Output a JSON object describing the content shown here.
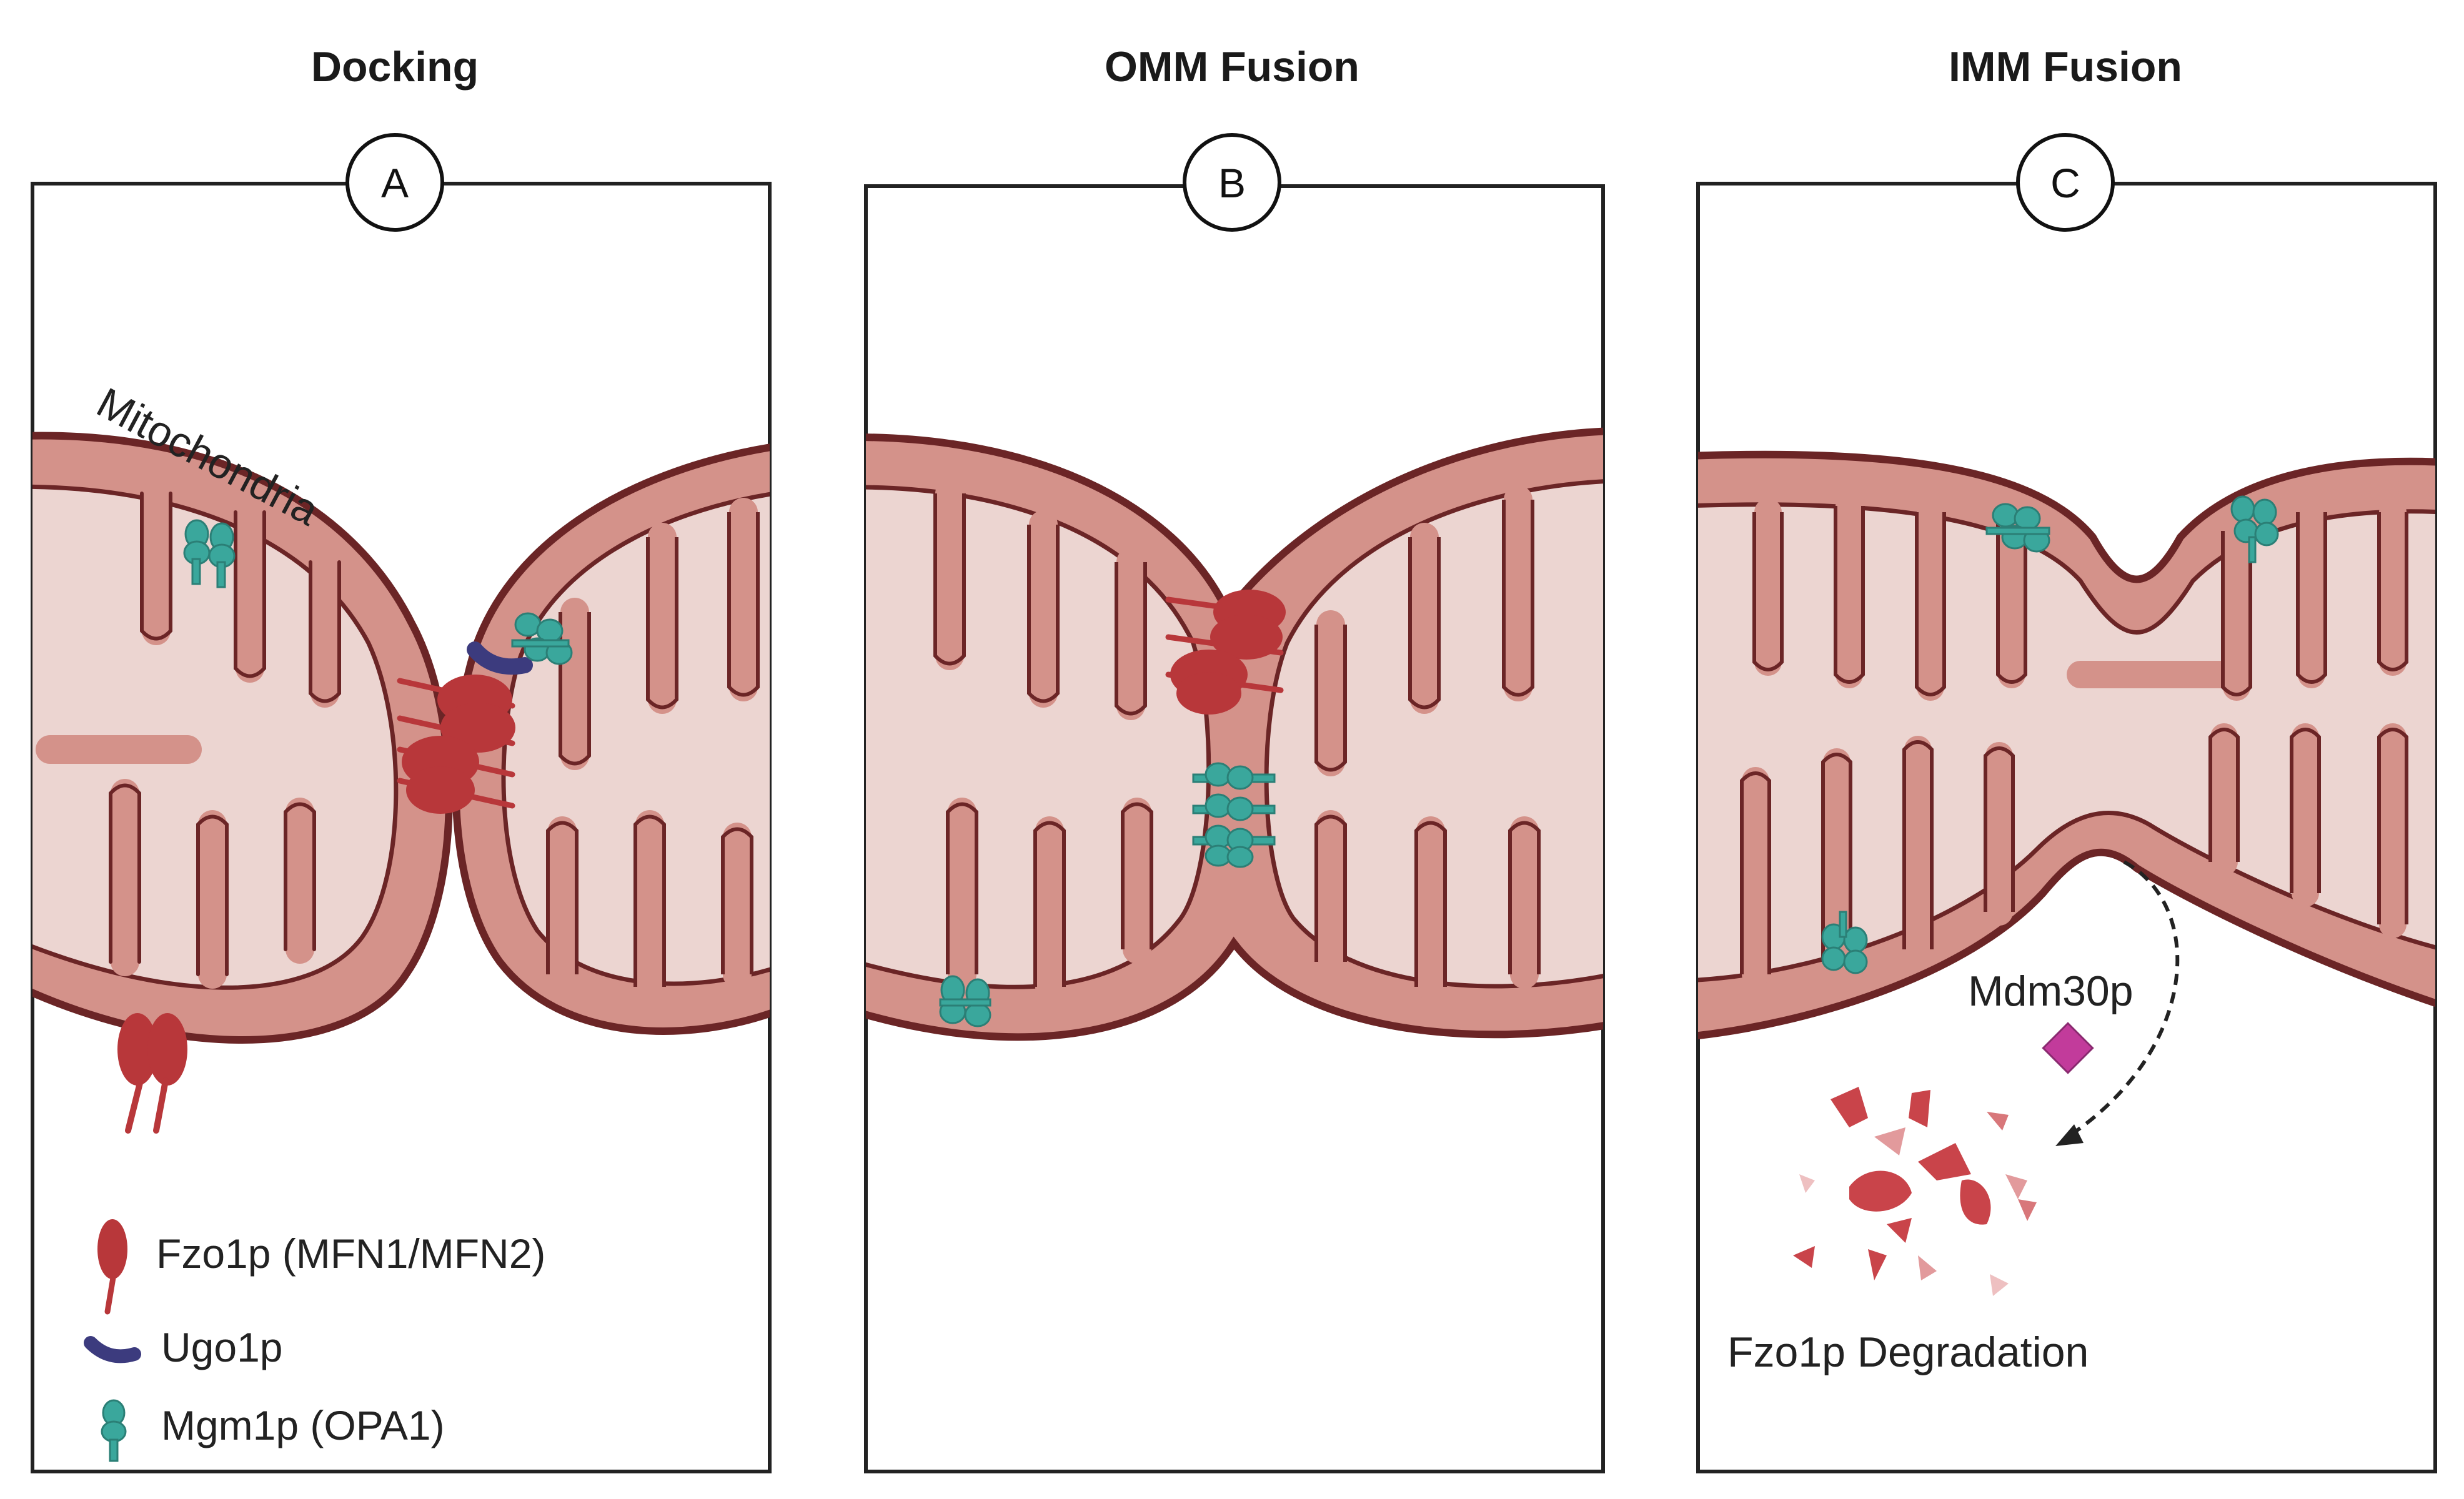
{
  "panels": [
    {
      "title": "Docking",
      "badge": "A"
    },
    {
      "title": "OMM Fusion",
      "badge": "B"
    },
    {
      "title": "IMM Fusion",
      "badge": "C"
    }
  ],
  "labels": {
    "mitochondria": "Mitochondria",
    "mdm30p": "Mdm30p",
    "degradation": "Fzo1p Degradation"
  },
  "legend": [
    {
      "label": "Fzo1p (MFN1/MFN2)",
      "icon": "fzo1p-icon"
    },
    {
      "label": "Ugo1p",
      "icon": "ugo1p-icon"
    },
    {
      "label": "Mgm1p (OPA1)",
      "icon": "mgm1p-icon"
    }
  ],
  "colors": {
    "membrane_outline": "#6b2526",
    "intermembrane": "#d4928a",
    "matrix": "#ecd5d1",
    "fzo1p": "#b8373a",
    "mgm1p": "#3aa79c",
    "ugo1p": "#3c3b7e",
    "mdm30p": "#c23b9b",
    "panel_border": "#222222"
  }
}
